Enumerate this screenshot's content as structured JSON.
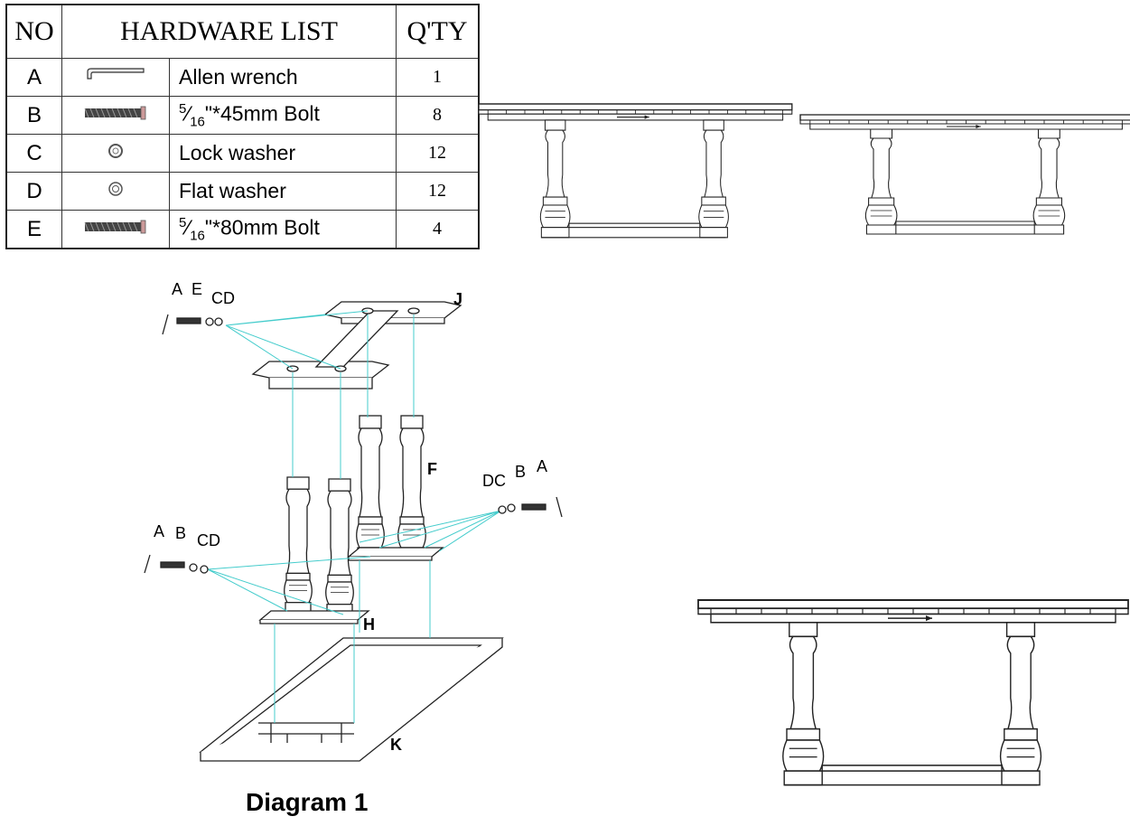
{
  "table": {
    "headers": {
      "no": "NO",
      "list": "HARDWARE LIST",
      "qty": "Q'TY"
    },
    "rows": [
      {
        "no": "A",
        "icon": "allen-wrench-icon",
        "desc": "Allen wrench",
        "qty": "1"
      },
      {
        "no": "B",
        "icon": "bolt-icon",
        "frac_num": "5",
        "frac_den": "16",
        "desc": "\"*45mm Bolt",
        "qty": "8"
      },
      {
        "no": "C",
        "icon": "lock-washer-icon",
        "desc": "Lock washer",
        "qty": "12"
      },
      {
        "no": "D",
        "icon": "flat-washer-icon",
        "desc": "Flat washer",
        "qty": "12"
      },
      {
        "no": "E",
        "icon": "bolt-icon",
        "frac_num": "5",
        "frac_den": "16",
        "desc": "\"*80mm Bolt",
        "qty": "4"
      }
    ]
  },
  "diagram": {
    "caption": "Diagram 1",
    "part_labels": {
      "J": "J",
      "F": "F",
      "H": "H",
      "K": "K"
    },
    "callouts": {
      "top_left": [
        "A",
        "E",
        "CD"
      ],
      "mid_right": [
        "DC",
        "B",
        "A"
      ],
      "lower_left": [
        "A",
        "B",
        "CD"
      ]
    }
  }
}
